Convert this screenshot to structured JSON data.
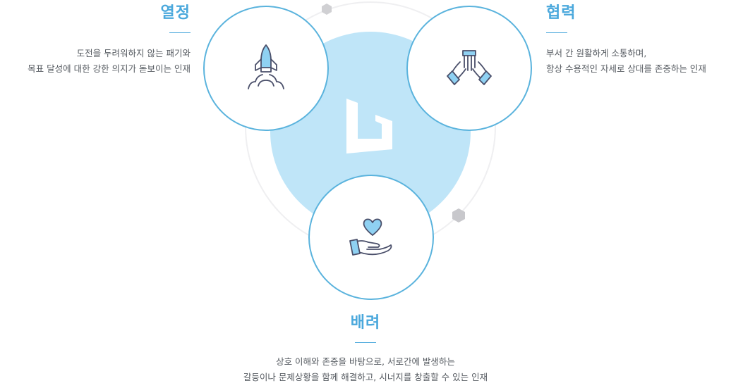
{
  "passion": {
    "title": "열정",
    "lines": [
      "도전을 두려워하지 않는 패기와",
      "목표 달성에 대한 강한 의지가 돋보이는 인재"
    ],
    "icon": "rocket-icon"
  },
  "cooperation": {
    "title": "협력",
    "lines": [
      "부서 간 원활하게 소통하며,",
      "항상 수용적인 자세로 상대를 존중하는 인재"
    ],
    "icon": "joined-hands-icon"
  },
  "care": {
    "title": "배려",
    "lines": [
      "상호 이해와 존중을 바탕으로, 서로간에 발생하는",
      "갈등이나 문제상황을 함께 해결하고, 시너지를 창출할 수 있는 인재"
    ],
    "icon": "heart-in-hand-icon"
  },
  "colors": {
    "accent": "#4aa8dc",
    "circle_stroke": "#5ab3dd",
    "center_fill": "#bfe5f8",
    "icon_stroke": "#4a4f6a",
    "icon_fill": "#8fd1f2"
  }
}
